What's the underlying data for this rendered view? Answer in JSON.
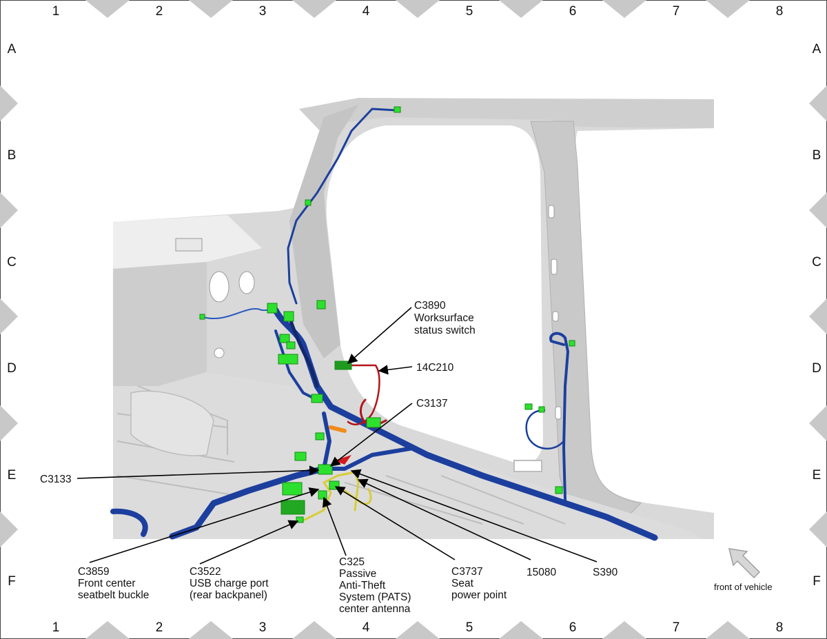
{
  "grid": {
    "columns": [
      "1",
      "2",
      "3",
      "4",
      "5",
      "6",
      "7",
      "8"
    ],
    "rows": [
      "A",
      "B",
      "C",
      "D",
      "E",
      "F"
    ]
  },
  "colors": {
    "harness_main": "#1c3f9e",
    "harness_dark": "#13286b",
    "connector": "#2ee02e",
    "red_wire": "#b3141a",
    "yellow_wire": "#d8cc3a",
    "orange": "#f28a1c",
    "body_panel": "#d4d4d4",
    "marker": "#c8c8c8"
  },
  "labels": {
    "c3890": [
      "C3890",
      "Worksurface",
      "status switch"
    ],
    "c14c210": [
      "14C210"
    ],
    "c3137": [
      "C3137"
    ],
    "c3133": [
      "C3133"
    ],
    "c3859": [
      "C3859",
      "Front center",
      "seatbelt buckle"
    ],
    "c3522": [
      "C3522",
      "USB charge port",
      "(rear backpanel)"
    ],
    "c325": [
      "C325",
      "Passive",
      "Anti-Theft",
      "System (PATS)",
      "center antenna"
    ],
    "c3737": [
      "C3737",
      "Seat",
      "power point"
    ],
    "c15080": [
      "15080"
    ],
    "s390": [
      "S390"
    ]
  },
  "front_of_vehicle": "front of vehicle",
  "icons": {
    "arrow": "front-arrow-icon"
  }
}
